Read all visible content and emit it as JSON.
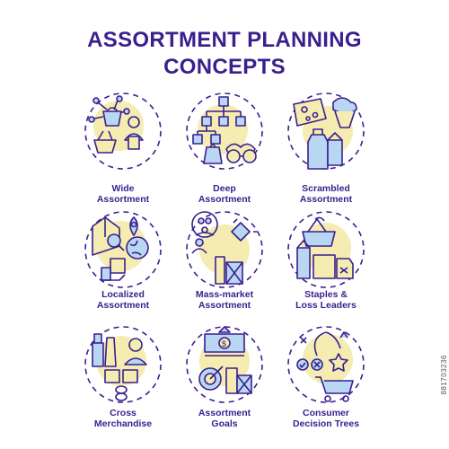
{
  "title": {
    "line1": "ASSORTMENT PLANNING",
    "line2": "CONCEPTS"
  },
  "colors": {
    "ink": "#3a1f8f",
    "yellow": "#f4ecb0",
    "blue": "#b9d7f2",
    "dashed": "#3a1f8f"
  },
  "items": [
    {
      "icon": "basket-network-icon",
      "lines": [
        "Wide",
        "Assortment"
      ]
    },
    {
      "icon": "hierarchy-products-icon",
      "lines": [
        "Deep",
        "Assortment"
      ]
    },
    {
      "icon": "cheese-milk-icon",
      "lines": [
        "Scrambled",
        "Assortment"
      ]
    },
    {
      "icon": "location-box-icon",
      "lines": [
        "Localized",
        "Assortment"
      ]
    },
    {
      "icon": "people-cycle-icon",
      "lines": [
        "Mass-market",
        "Assortment"
      ]
    },
    {
      "icon": "basket-milk-tag-icon",
      "lines": [
        "Staples &",
        "Loss Leaders"
      ]
    },
    {
      "icon": "toothbrush-chain-icon",
      "lines": [
        "Cross",
        "Merchandise"
      ]
    },
    {
      "icon": "money-target-icon",
      "lines": [
        "Assortment",
        "Goals"
      ]
    },
    {
      "icon": "decision-cart-icon",
      "lines": [
        "Consumer",
        "Decision Trees"
      ]
    }
  ],
  "stock_id": "881703236"
}
